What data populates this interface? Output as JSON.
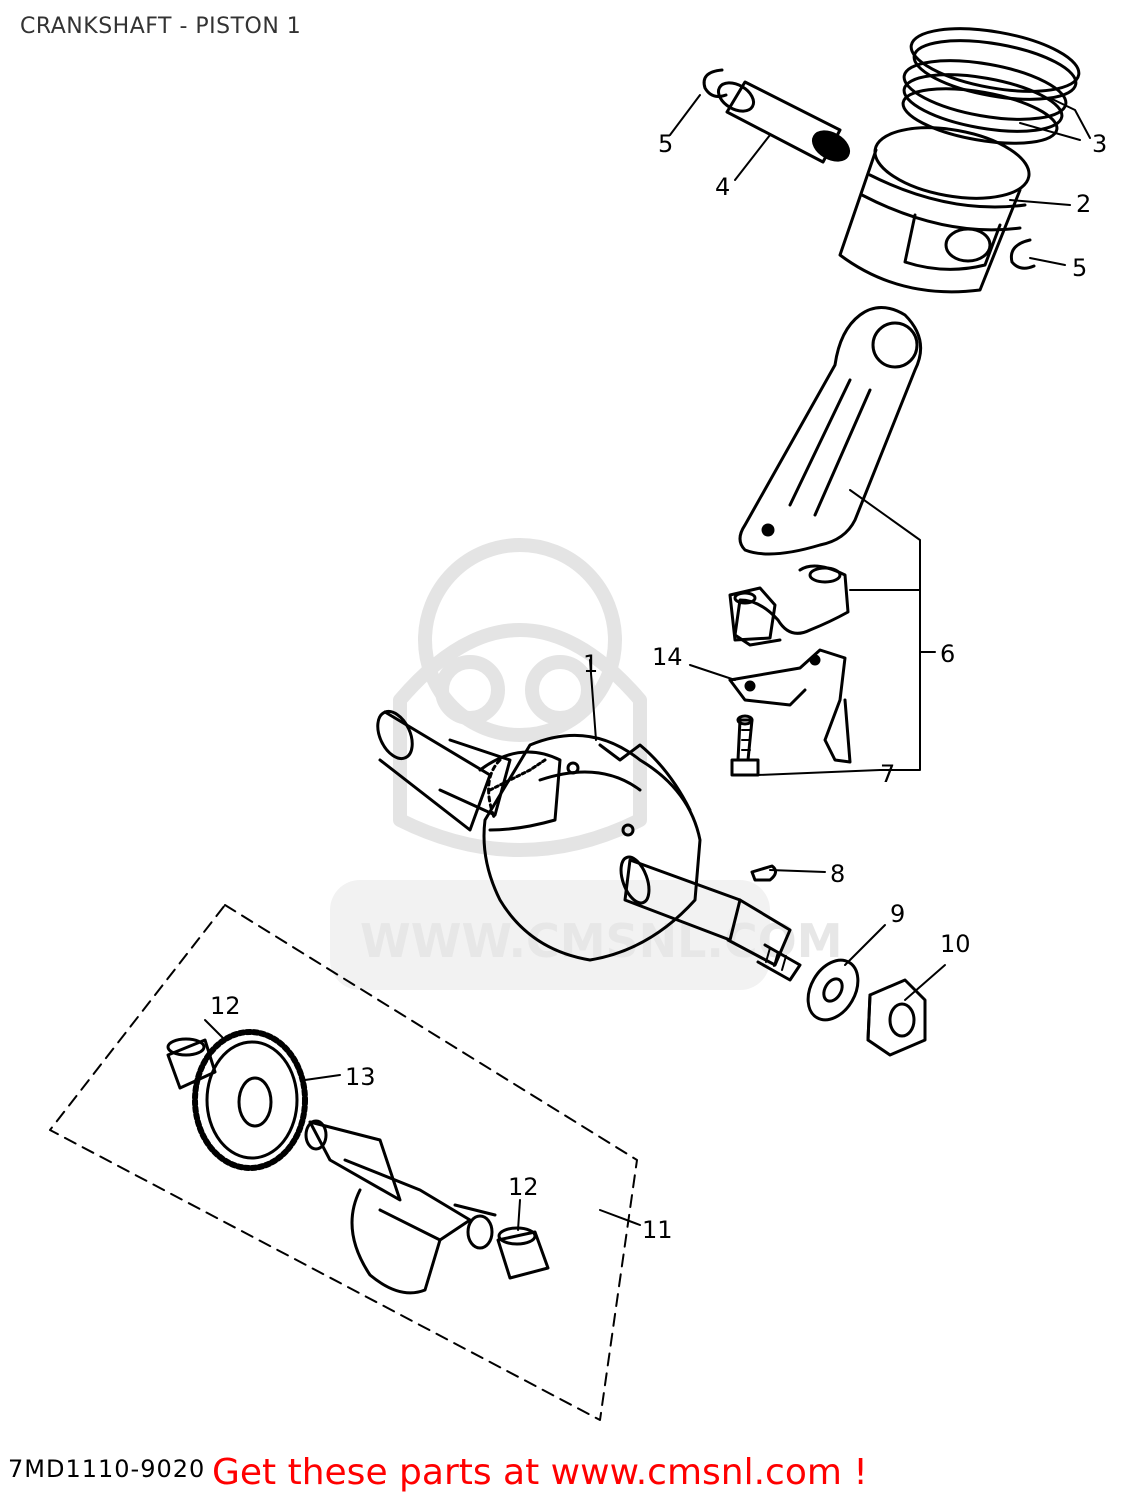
{
  "title": "CRANKSHAFT - PISTON 1",
  "callouts": {
    "c1": "1",
    "c2": "2",
    "c3": "3",
    "c4": "4",
    "c5a": "5",
    "c5b": "5",
    "c6": "6",
    "c7": "7",
    "c8": "8",
    "c9": "9",
    "c10": "10",
    "c11": "11",
    "c12a": "12",
    "c12b": "12",
    "c13": "13",
    "c14": "14"
  },
  "watermark": "WWW.CMSNL.COM",
  "drawing_code": "7MD1110-9020",
  "promo_text": "Get these parts at www.cmsnl.com !",
  "colors": {
    "promo": "#ff0000",
    "ink": "#000000",
    "title": "#333333",
    "watermark": "#e7e7e7"
  }
}
